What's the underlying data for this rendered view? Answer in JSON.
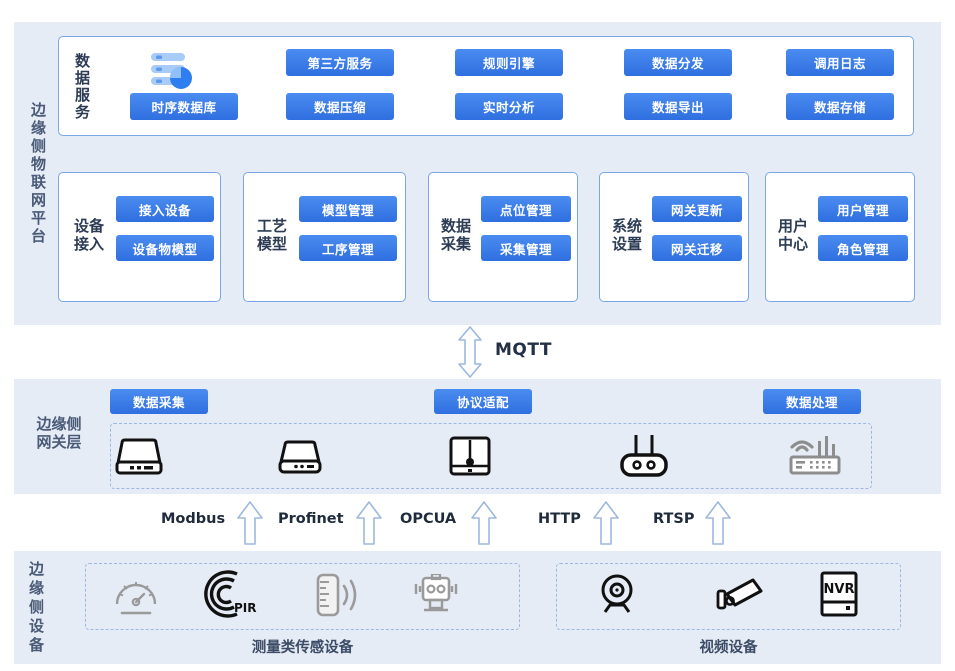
{
  "colors": {
    "band_bg": "#e6ecf6",
    "panel_border": "#7aa7e3",
    "button_blue": "#2f6fe0",
    "dashed_border": "#9db8e0",
    "side_label_text": "#4a5a77",
    "arrow_outline": "#9db8e0"
  },
  "platform_section": {
    "side_label": "边缘侧物联网平台",
    "data_service": {
      "label": "数据服务",
      "icon": "database-chart-icon",
      "buttons_row1": [
        "第三方服务",
        "规则引擎",
        "数据分发",
        "调用日志"
      ],
      "buttons_row2": [
        "时序数据库",
        "数据压缩",
        "实时分析",
        "数据导出",
        "数据存储"
      ]
    },
    "modules": [
      {
        "label": "设备接入",
        "buttons": [
          "接入设备",
          "设备物模型"
        ]
      },
      {
        "label": "工艺模型",
        "buttons": [
          "模型管理",
          "工序管理"
        ]
      },
      {
        "label": "数据采集",
        "buttons": [
          "点位管理",
          "采集管理"
        ]
      },
      {
        "label": "系统设置",
        "buttons": [
          "网关更新",
          "网关迁移"
        ]
      },
      {
        "label": "用户中心",
        "buttons": [
          "用户管理",
          "角色管理"
        ]
      }
    ]
  },
  "link_mqtt": {
    "label": "MQTT",
    "icon": "double-arrow-vertical-icon"
  },
  "gateway_section": {
    "side_label_line1": "边缘侧",
    "side_label_line2": "网关层",
    "buttons": [
      "数据采集",
      "协议适配",
      "数据处理"
    ],
    "devices": [
      "gateway-box-icon",
      "gateway-box-small-icon",
      "gateway-panel-icon",
      "gateway-antenna-icon",
      "wifi-router-icon"
    ]
  },
  "protocols": [
    {
      "label": "Modbus",
      "arrow": "arrow-up-icon"
    },
    {
      "label": "Profinet",
      "arrow": "arrow-up-icon"
    },
    {
      "label": "OPCUA",
      "arrow": "arrow-up-icon"
    },
    {
      "label": "HTTP",
      "arrow": "arrow-up-icon"
    },
    {
      "label": "RTSP",
      "arrow": "arrow-up-icon"
    }
  ],
  "device_section": {
    "side_label": "边缘侧设备",
    "groups": [
      {
        "caption": "测量类传感设备",
        "devices": [
          "gauge-sensor-icon",
          "pir-sensor-icon",
          "ultrasonic-sensor-icon",
          "machine-sensor-icon"
        ],
        "pir_text": "PIR"
      },
      {
        "caption": "视频设备",
        "devices": [
          "dome-camera-icon",
          "bullet-camera-icon",
          "nvr-icon"
        ],
        "nvr_text": "NVR"
      }
    ]
  }
}
